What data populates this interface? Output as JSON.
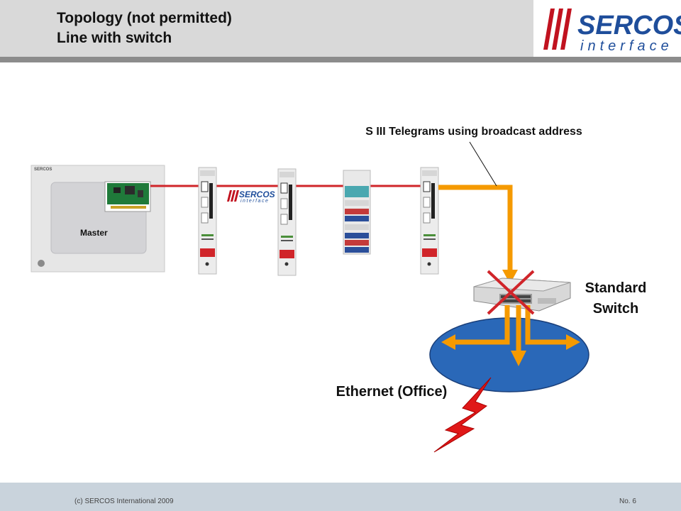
{
  "header": {
    "title_line1": "Topology (not permitted)",
    "title_line2": "Line with switch"
  },
  "logo": {
    "brand_main": "SERCOS",
    "brand_sub": "interface"
  },
  "diagram": {
    "master_label": "Master",
    "telegram_label": "S III Telegrams using broadcast address",
    "switch_label_line1": "Standard",
    "switch_label_line2": "Switch",
    "ethernet_label": "Ethernet (Office)",
    "inline_logo_main": "SERCOS",
    "inline_logo_sub": "interface",
    "master_brand": "SERCOS"
  },
  "footer": {
    "copyright": "(c) SERCOS International 2009",
    "page_number": "No. 6"
  },
  "colors": {
    "header_bg": "#d9d9d9",
    "line_red": "#d0252a",
    "arrow_orange": "#f59a00",
    "ethernet_blue": "#2a68b8",
    "logo_red": "#c1121f",
    "logo_blue": "#1f4e9b"
  }
}
